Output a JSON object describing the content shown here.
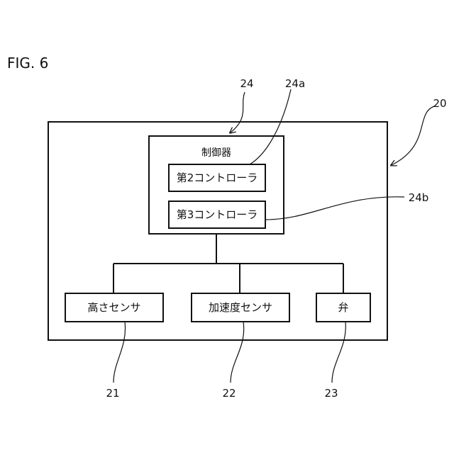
{
  "figure": {
    "label": "FIG. 6"
  },
  "references": {
    "device": "20",
    "controller": "24",
    "second_controller": "24a",
    "third_controller": "24b",
    "height_sensor": "21",
    "acceleration_sensor": "22",
    "valve": "23"
  },
  "blocks": {
    "controller_title": "制御器",
    "second_controller": "第2コントローラ",
    "third_controller": "第3コントローラ",
    "height_sensor": "高さセンサ",
    "acceleration_sensor": "加速度センサ",
    "valve": "弁"
  }
}
